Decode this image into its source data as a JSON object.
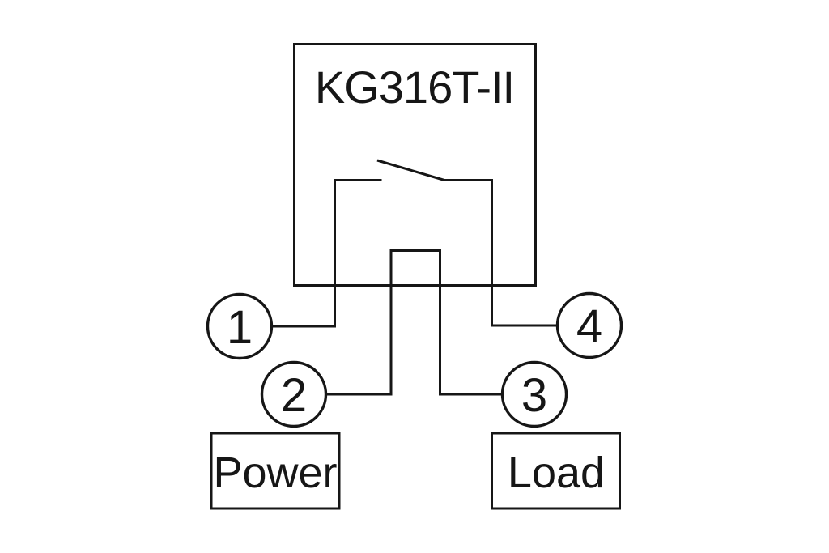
{
  "diagram": {
    "device": {
      "title": "KG316T-II"
    },
    "terminals": [
      {
        "label": "1"
      },
      {
        "label": "2"
      },
      {
        "label": "3"
      },
      {
        "label": "4"
      }
    ],
    "endpoints": {
      "power": "Power",
      "load": "Load"
    },
    "colors": {
      "line": "#161616",
      "background": "#ffffff"
    }
  }
}
